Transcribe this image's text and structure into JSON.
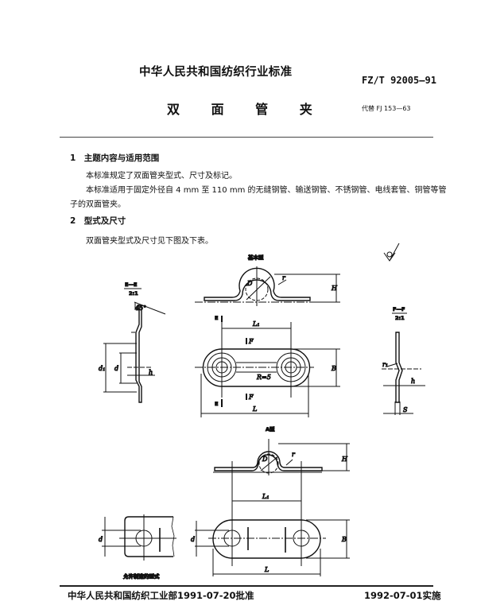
{
  "header": {
    "org_standard": "中华人民共和国纺织行业标准",
    "code": "FZ/T 92005—91",
    "title": "双 面 管 夹",
    "replaces": "代替 FJ 153—63"
  },
  "sections": [
    {
      "heading": "1　主题内容与适用范围",
      "paragraphs": [
        "本标准规定了双面管夹型式、尺寸及标记。",
        "本标准适用于固定外径自 4 mm 至 110 mm 的无缝钢管、输送钢管、不锈钢管、电线套管、铜管等管",
        "子的双面管夹。"
      ]
    },
    {
      "heading": "2　型式及尺寸",
      "paragraphs": [
        "双面管夹型式及尺寸见下图及下表。"
      ]
    }
  ],
  "drawing": {
    "basic_type_caption": "基本型",
    "a_type_caption": "A型",
    "allowed_caption": "允许制造的型式",
    "section_ee": "E—E",
    "section_ff": "F—F",
    "scale": "2:1",
    "angle": "45°",
    "labels": {
      "D": "D",
      "r": "r",
      "H": "H",
      "B": "B",
      "L": "L",
      "L1": "L₁",
      "d": "d",
      "d1": "d₁",
      "h": "h",
      "S": "S",
      "r1": "r₁",
      "R5": "R=5",
      "E": "E",
      "F": "F"
    }
  },
  "footer": {
    "approved": "中华人民共和国纺织工业部1991-07-20批准",
    "effective": "1992-07-01实施"
  }
}
